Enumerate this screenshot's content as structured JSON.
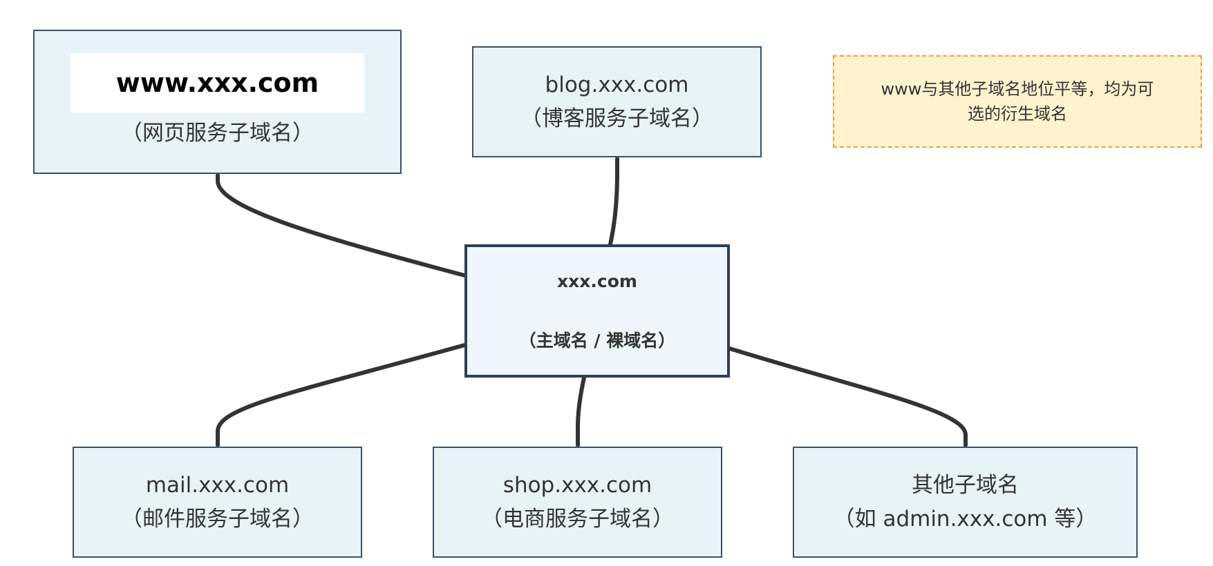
{
  "nodes": {
    "www": {
      "domain": "www.xxx.com",
      "desc": "（网页服务子域名）"
    },
    "blog": {
      "domain": "blog.xxx.com",
      "desc": "（博客服务子域名）"
    },
    "root": {
      "domain": "xxx.com",
      "desc": "（主域名 / 裸域名）"
    },
    "mail": {
      "domain": "mail.xxx.com",
      "desc": "（邮件服务子域名）"
    },
    "shop": {
      "domain": "shop.xxx.com",
      "desc": "（电商服务子域名）"
    },
    "other": {
      "domain": "其他子域名",
      "desc": "（如 admin.xxx.com 等）"
    }
  },
  "note": {
    "text": "www与其他子域名地位平等，均为可选的衍生域名"
  },
  "edges": [
    {
      "from": "www",
      "to": "root"
    },
    {
      "from": "blog",
      "to": "root"
    },
    {
      "from": "root",
      "to": "mail"
    },
    {
      "from": "root",
      "to": "shop"
    },
    {
      "from": "root",
      "to": "other"
    }
  ],
  "colors": {
    "node_fill": "#e8f3f8",
    "node_border": "#3c5068",
    "root_fill": "#eef6fc",
    "note_fill": "#fff3cf",
    "note_border": "#f19a3d",
    "edge": "#333333"
  }
}
